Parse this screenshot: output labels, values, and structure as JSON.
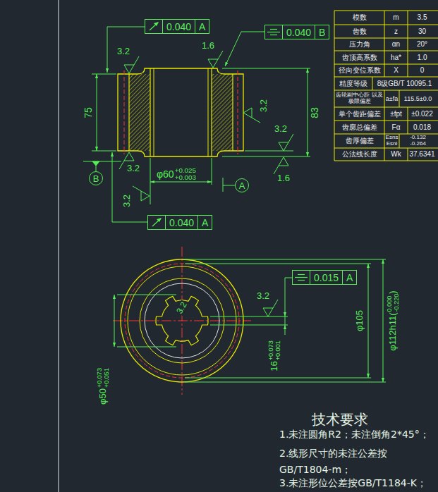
{
  "diagram": {
    "nodes": [
      {
        "text": [
          "0.040",
          "A"
        ]
      },
      {
        "text": [
          "0.040",
          "B"
        ]
      },
      {
        "text": [
          "B"
        ]
      },
      {
        "text": [
          "A"
        ]
      },
      {
        "text": [
          "0.040",
          "A"
        ]
      },
      {
        "text": [
          "0.015",
          "A"
        ]
      }
    ],
    "labels": [
      "3.2",
      "1.6",
      "3.2",
      "3.2",
      "1.6",
      "3.2",
      "3.2",
      "75",
      "83",
      "φ60",
      "+0.025",
      "+0.003",
      "3.2",
      "3.2",
      "φ105",
      "φ112h11(",
      "0.000",
      "-0.220",
      ")",
      "16",
      "+0.073",
      "+0.001",
      "φ50",
      "+0.073",
      "+0.051",
      "技术要求",
      "1.未注圆角R2；未注倒角2*45°；",
      "2.线形尺寸的未注公差按 GB/T1804-m；",
      "3.未注形位公差按GB/T1184-K；",
      "模数",
      "m",
      "3.5",
      "齿数",
      "z",
      "30",
      "压力角",
      "αn",
      "20°",
      "齿顶高系数",
      "ha*",
      "1.0",
      "径向变位系数",
      "X",
      "0",
      "精度等级",
      "8级GB/T 10095.1",
      "齿轮副中心距 以及极限偏差",
      "a±fa",
      "115.5±0.0",
      "单个齿距偏差",
      "±fpt",
      "±0.022",
      "齿廓总偏差",
      "Fα",
      "0.018",
      "齿厚偏差",
      "Esns",
      "Esni",
      "-0.132",
      "-0.264",
      "公法线长度",
      "Wk",
      "37.6341"
    ]
  }
}
